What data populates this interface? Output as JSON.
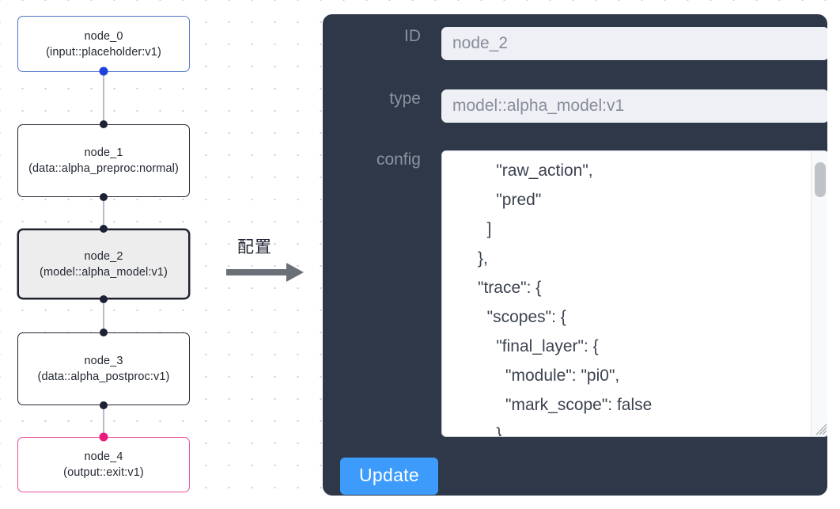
{
  "graph": {
    "nodes": [
      {
        "id": "node_0",
        "type": "(input::placeholder:v1)",
        "role": "input",
        "selected": false
      },
      {
        "id": "node_1",
        "type": "(data::alpha_preproc:normal)",
        "role": "default",
        "selected": false
      },
      {
        "id": "node_2",
        "type": "(model::alpha_model:v1)",
        "role": "default",
        "selected": true
      },
      {
        "id": "node_3",
        "type": "(data::alpha_postproc:v1)",
        "role": "default",
        "selected": false
      },
      {
        "id": "node_4",
        "type": "(output::exit:v1)",
        "role": "output",
        "selected": false
      }
    ],
    "colors": {
      "input_border": "#4f73c8",
      "output_border": "#e8509a",
      "default_border": "#1f2430",
      "selected_fill": "#ededed",
      "edge": "#b9bcc4",
      "handle": "#1c2233",
      "handle_input": "#2040e0",
      "handle_output": "#ec1a7a"
    }
  },
  "annotation": {
    "caption": "配置",
    "arrow_color": "#6b6f78"
  },
  "panel": {
    "background": "#2e3848",
    "fields": [
      {
        "label": "ID",
        "value": "node_2"
      },
      {
        "label": "type",
        "value": "model::alpha_model:v1"
      },
      {
        "label": "config",
        "value": ""
      }
    ],
    "id_label": "ID",
    "id_value": "node_2",
    "type_label": "type",
    "type_value": "model::alpha_model:v1",
    "config_label": "config",
    "config_value": "          \"raw_action\",\n          \"pred\"\n        ]\n      },\n      \"trace\": {\n        \"scopes\": {\n          \"final_layer\": {\n            \"module\": \"pi0\",\n            \"mark_scope\": false\n          },\n          \"action_model\": {",
    "update_label": "Update",
    "update_color": "#3d9bfc"
  }
}
